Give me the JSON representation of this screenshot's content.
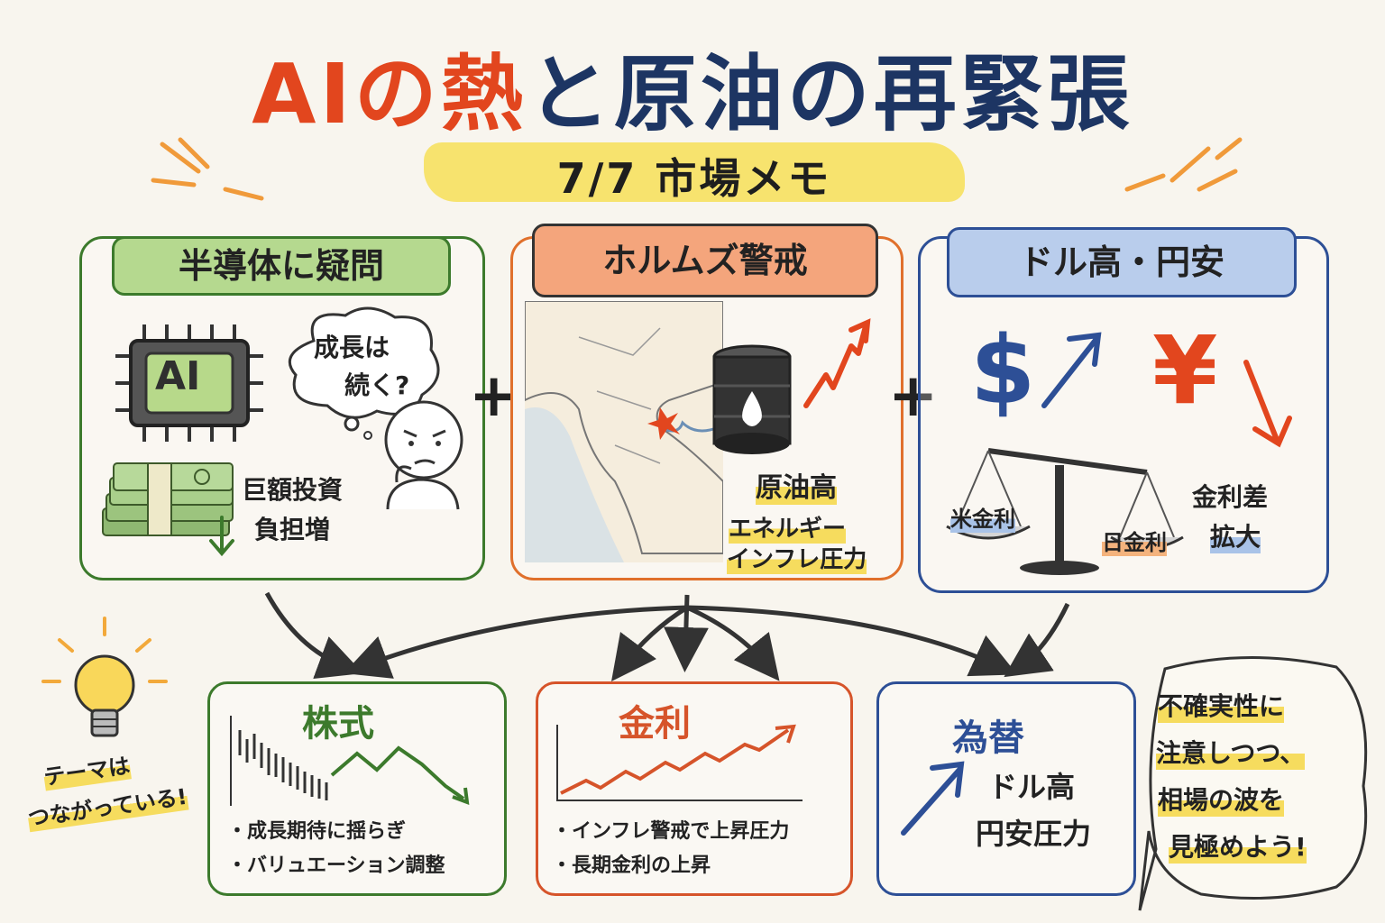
{
  "title": {
    "part1": "AIの熱",
    "part2": "と",
    "part3": "原油の再緊張"
  },
  "subtitle": "7/7 市場メモ",
  "panels": {
    "semis": {
      "header": "半導体に疑問",
      "chip_label": "AI",
      "thought": [
        "成長は",
        "続く?"
      ],
      "note": [
        "巨額投資",
        "負担増"
      ],
      "color": "#3c7a2c"
    },
    "hormuz": {
      "header": "ホルムズ警戒",
      "crude": "原油高",
      "note": [
        "エネルギー",
        "インフレ圧力"
      ],
      "color": "#e0702c"
    },
    "fx": {
      "header": "ドル高・円安",
      "dollar": "$",
      "yen": "¥",
      "us_rate": "米金利",
      "jp_rate": "日金利",
      "spread": [
        "金利差",
        "拡大"
      ],
      "color": "#2d4f96"
    }
  },
  "operators": {
    "plus1": "+",
    "plus2": "+"
  },
  "outcomes": {
    "stocks": {
      "title": "株式",
      "bullets": [
        "・成長期待に揺らぎ",
        "・バリュエーション調整"
      ],
      "color": "#3c7a2c"
    },
    "rates": {
      "title": "金利",
      "bullets": [
        "・インフレ警戒で上昇圧力",
        "・長期金利の上昇"
      ],
      "color": "#d6542a"
    },
    "fx": {
      "title": "為替",
      "lines": [
        "ドル高",
        "円安圧力"
      ],
      "color": "#2d4f96"
    }
  },
  "side_note_left": [
    "テーマは",
    "つながっている!"
  ],
  "side_note_right": [
    "不確実性に",
    "注意しつつ、",
    "相場の波を",
    "見極めよう!"
  ],
  "colors": {
    "orange": "#e2461e",
    "navy": "#1d3563",
    "green": "#3c7a2c",
    "highlight": "#f6dc5e"
  }
}
